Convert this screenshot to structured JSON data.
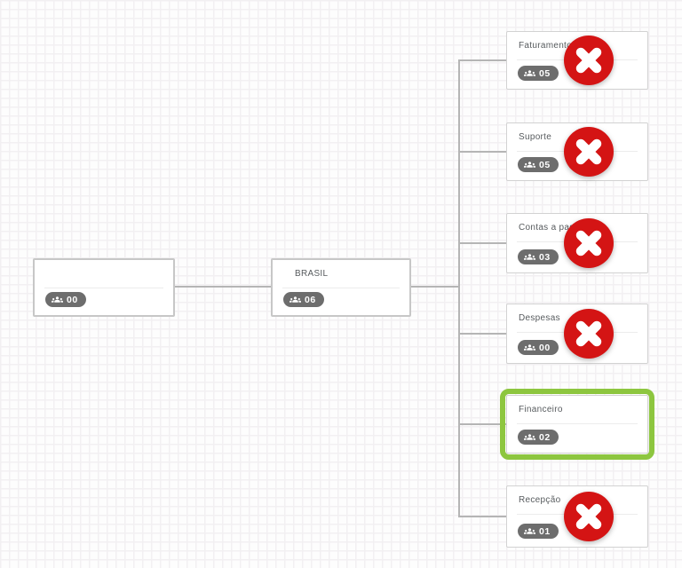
{
  "diagram": {
    "type": "org-chart",
    "nodes": [
      {
        "id": "root",
        "title": "",
        "count": "00",
        "status": "normal"
      },
      {
        "id": "brasil",
        "title": "BRASIL",
        "count": "06",
        "status": "normal"
      },
      {
        "id": "faturamento",
        "title": "Faturamento",
        "count": "05",
        "status": "removed"
      },
      {
        "id": "suporte",
        "title": "Suporte",
        "count": "05",
        "status": "removed"
      },
      {
        "id": "contas",
        "title": "Contas a pagar",
        "count": "03",
        "status": "removed"
      },
      {
        "id": "despesas",
        "title": "Despesas",
        "count": "00",
        "status": "removed"
      },
      {
        "id": "financeiro",
        "title": "Financeiro",
        "count": "02",
        "status": "selected"
      },
      {
        "id": "recepcao",
        "title": "Recepção",
        "count": "01",
        "status": "removed"
      }
    ],
    "icons": {
      "member_badge": "users-group-icon",
      "remove": "x-circle-icon"
    },
    "colors": {
      "remove_red": "#d41414",
      "selected_green": "#8dc63f",
      "badge_gray": "#6d6d6d",
      "connector_gray": "#b5b5b5"
    }
  }
}
